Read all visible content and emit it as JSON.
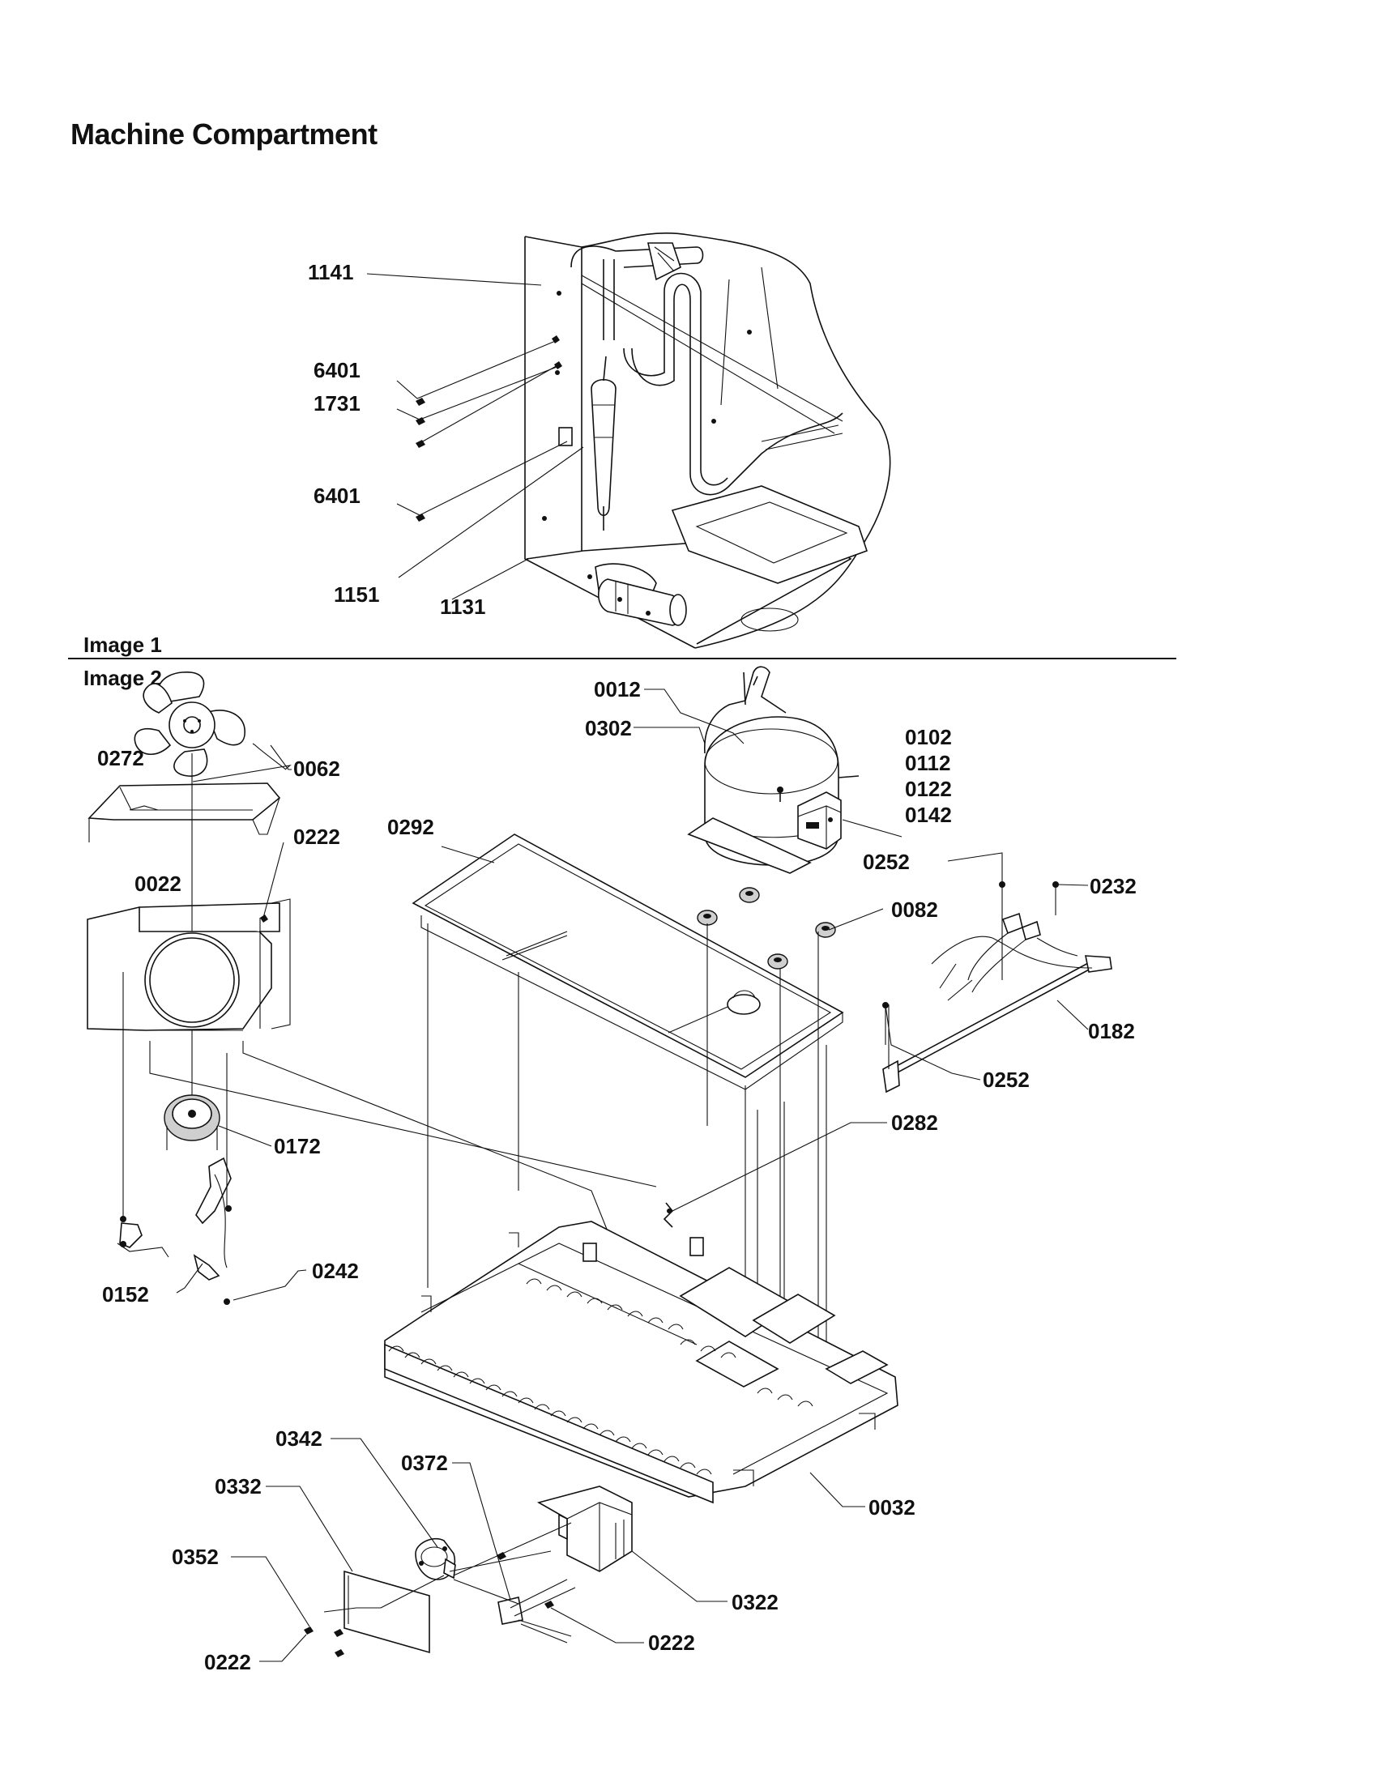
{
  "page": {
    "title": "Machine Compartment"
  },
  "sections": {
    "image1_label": "Image 1",
    "image2_label": "Image 2"
  },
  "image1_callouts": {
    "c1141": "1141",
    "c6401a": "6401",
    "c1731": "1731",
    "c6401b": "6401",
    "c1151": "1151",
    "c1131": "1131"
  },
  "image2_callouts": {
    "c0012": "0012",
    "c0302": "0302",
    "c0102": "0102",
    "c0112": "0112",
    "c0122": "0122",
    "c0142": "0142",
    "c0272": "0272",
    "c0062": "0062",
    "c0222a": "0222",
    "c0292": "0292",
    "c0252a": "0252",
    "c0232": "0232",
    "c0022": "0022",
    "c0082": "0082",
    "c0182": "0182",
    "c0252b": "0252",
    "c0282": "0282",
    "c0172": "0172",
    "c0242": "0242",
    "c0152": "0152",
    "c0032": "0032",
    "c0342": "0342",
    "c0372": "0372",
    "c0332": "0332",
    "c0352": "0352",
    "c0322": "0322",
    "c0222b": "0222",
    "c0222c": "0222"
  }
}
